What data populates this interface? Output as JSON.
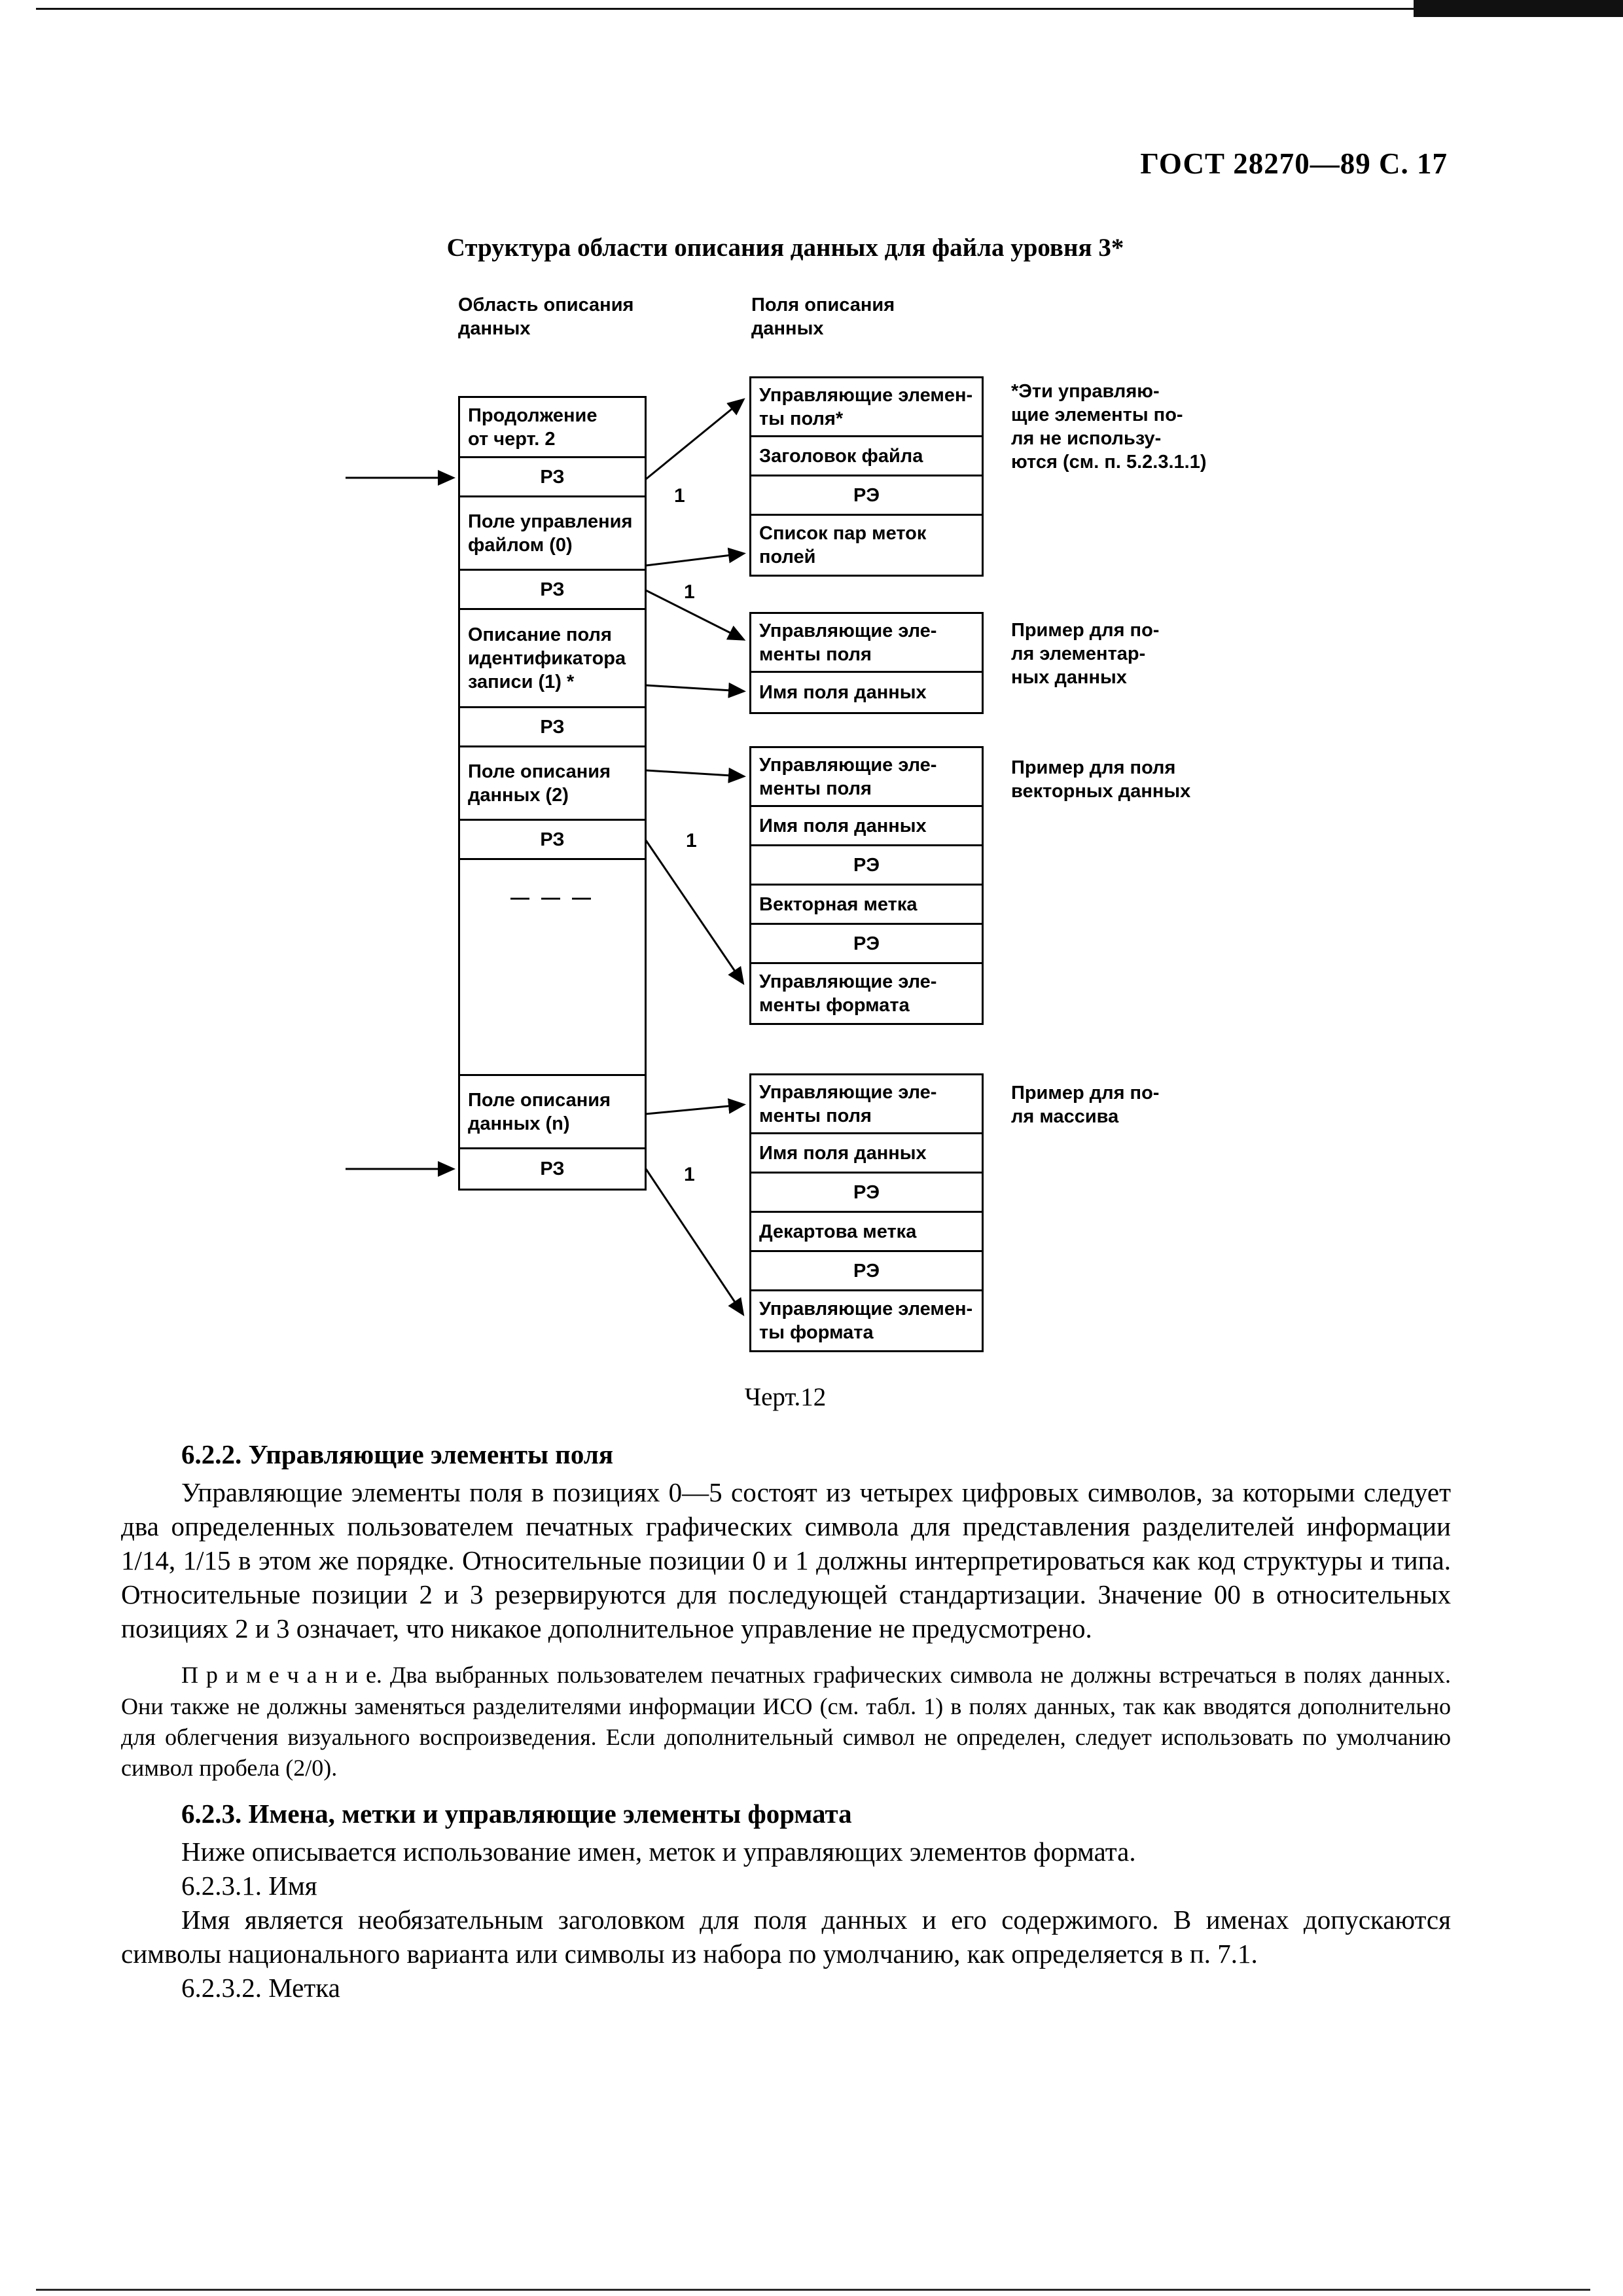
{
  "page": {
    "header": "ГОСТ 28270—89 С. 17"
  },
  "figure": {
    "title": "Структура области описания данных для файла уровня 3*",
    "caption": "Черт.12",
    "left_header": "Область описания\nданных",
    "right_header": "Поля описания\nданных",
    "left_boxes": [
      "Продолжение\nот черт. 2",
      "РЗ",
      "Поле управления\nфайлом (0)",
      "РЗ",
      "Описание поля\nидентификатора\nзаписи (1) *",
      "РЗ",
      "Поле описания\nданных (2)",
      "РЗ",
      "— — —",
      "Поле описания\nданных (n)",
      "РЗ"
    ],
    "right_groups": [
      {
        "boxes": [
          "Управляющие элемен-\nты поля*",
          "Заголовок файла",
          "РЭ",
          "Список пар меток\nполей"
        ],
        "annotation": "*Эти управляю-\nщие элементы по-\nля не использу-\nются (см. п. 5.2.3.1.1)"
      },
      {
        "boxes": [
          "Управляющие эле-\nменты поля",
          "Имя поля данных"
        ],
        "annotation": "Пример для по-\nля элементар-\nных данных"
      },
      {
        "boxes": [
          "Управляющие эле-\nменты поля",
          "Имя поля данных",
          "РЭ",
          "Векторная метка",
          "РЭ",
          "Управляющие эле-\nменты формата"
        ],
        "annotation": "Пример для поля\nвекторных данных"
      },
      {
        "boxes": [
          "Управляющие эле-\nменты поля",
          "Имя поля данных",
          "РЭ",
          "Декартова метка",
          "РЭ",
          "Управляющие элемен-\nты формата"
        ],
        "annotation": "Пример для по-\nля массива"
      }
    ],
    "arrow_labels": [
      "1",
      "1",
      "1",
      "1"
    ]
  },
  "body": {
    "s622_heading": "6.2.2. Управляющие элементы поля",
    "s622_text": "Управляющие элементы поля в позициях 0—5 состоят из четырех цифровых символов, за которыми следует два определенных пользователем печатных графических символа для представления разделителей информации 1/14, 1/15 в этом же порядке. Относительные позиции 0 и 1 должны интерпретироваться как код структуры и типа. Относительные позиции 2 и 3 резервируются для последующей стандартизации. Значение 00 в относительных позициях 2 и 3 означает, что никакое дополнительное управление не предусмотрено.",
    "note_label": "П р и м е ч а н и е.",
    "note_text": " Два выбранных пользователем печатных графических символа не должны встречаться в полях данных. Они также не должны заменяться разделителями информации ИСО (см. табл. 1) в полях данных, так как вводятся дополнительно для облегчения визуального воспроизведения. Если дополнительный символ не определен, следует использовать по умолчанию символ пробела (2/0).",
    "s623_heading": "6.2.3. Имена, метки и управляющие элементы формата",
    "s623_text": "Ниже описывается использование имен, меток и управляющих элементов формата.",
    "s6231_heading": "6.2.3.1. Имя",
    "s6231_text": "Имя является необязательным заголовком для поля данных и его содержимого. В именах допускаются символы национального варианта или символы из набора по умолчанию, как определяется в п. 7.1.",
    "s6232_heading": "6.2.3.2. Метка"
  }
}
